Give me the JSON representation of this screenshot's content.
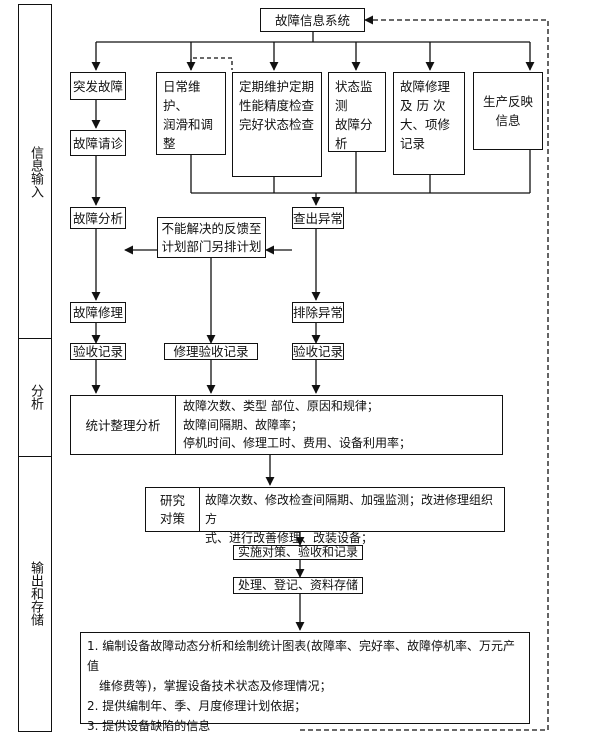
{
  "stages": {
    "input": "信息输入",
    "analysis": "分析",
    "output": "输出和存储"
  },
  "nodes": {
    "system": "故障信息系统",
    "sudden_fault": "突发故障",
    "daily_maint": [
      "日常维护、",
      "润滑和调整"
    ],
    "periodic_check": [
      "定期维护定期",
      "性能精度检查",
      "完好状态检查"
    ],
    "status_monitor": [
      "状态监测",
      "故障分析"
    ],
    "repair_records": [
      "故障修理",
      "及 历 次",
      "大、项修",
      "记录"
    ],
    "production_feedback": [
      "生产反映",
      "信息"
    ],
    "fault_consult": "故障请诊",
    "fault_analysis": "故障分析",
    "unresolved_feedback": [
      "不能解决的反馈至",
      "计划部门另排计划"
    ],
    "find_abnormal": "查出异常",
    "fault_repair": "故障修理",
    "remove_abnormal": "排除异常",
    "acceptance_1": "验收记录",
    "repair_acceptance": "修理验收记录",
    "acceptance_2": "验收记录",
    "stat_analysis": "统计整理分析",
    "stat_details": [
      "故障次数、类型  部位、原因和规律；",
      "故障间隔期、故障率；",
      "停机时间、修理工时、费用、设备利用率；"
    ],
    "research_label": [
      "研究",
      "对策"
    ],
    "research_details": [
      "故障次数、修改检查间隔期、加强监测；改进修理组织方",
      "式、进行改善修理、改装设备；"
    ],
    "implement": "实施对策、验收和记录",
    "process_store": "处理、登记、资料存储",
    "outputs": [
      "1. 编制设备故障动态分析和绘制统计图表(故障率、完好率、故障停机率、万元产值",
      "维修费等)，掌握设备技术状态及修理情况；",
      "2. 提供编制年、季、月度修理计划依据；",
      "3. 提供设备缺陷的信息"
    ]
  }
}
